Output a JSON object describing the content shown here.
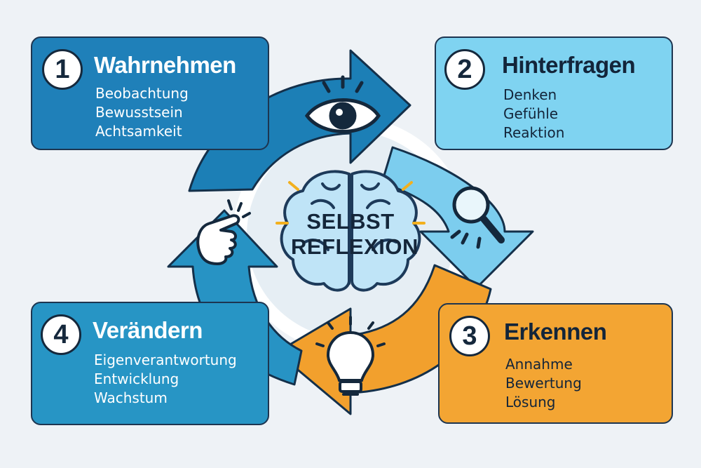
{
  "center": {
    "line1": "SELBST",
    "line2": "REFLEXION"
  },
  "steps": [
    {
      "number": "1",
      "title": "Wahrnehmen",
      "items": [
        "Beobachtung",
        "Bewusstsein",
        "Achtsamkeit"
      ],
      "color": "#1f80b9",
      "icon": "eye-icon"
    },
    {
      "number": "2",
      "title": "Hinterfragen",
      "items": [
        "Denken",
        "Gefühle",
        "Reaktion"
      ],
      "color": "#7fd3f1",
      "icon": "magnifier-icon"
    },
    {
      "number": "3",
      "title": "Erkennen",
      "items": [
        "Annahme",
        "Bewertung",
        "Lösung"
      ],
      "color": "#f3a533",
      "icon": "lightbulb-icon"
    },
    {
      "number": "4",
      "title": "Verändern",
      "items": [
        "Eigenverantwortung",
        "Entwicklung",
        "Wachstum"
      ],
      "color": "#2795c5",
      "icon": "pointing-hand-icon"
    }
  ],
  "center_icon": "brain-icon"
}
